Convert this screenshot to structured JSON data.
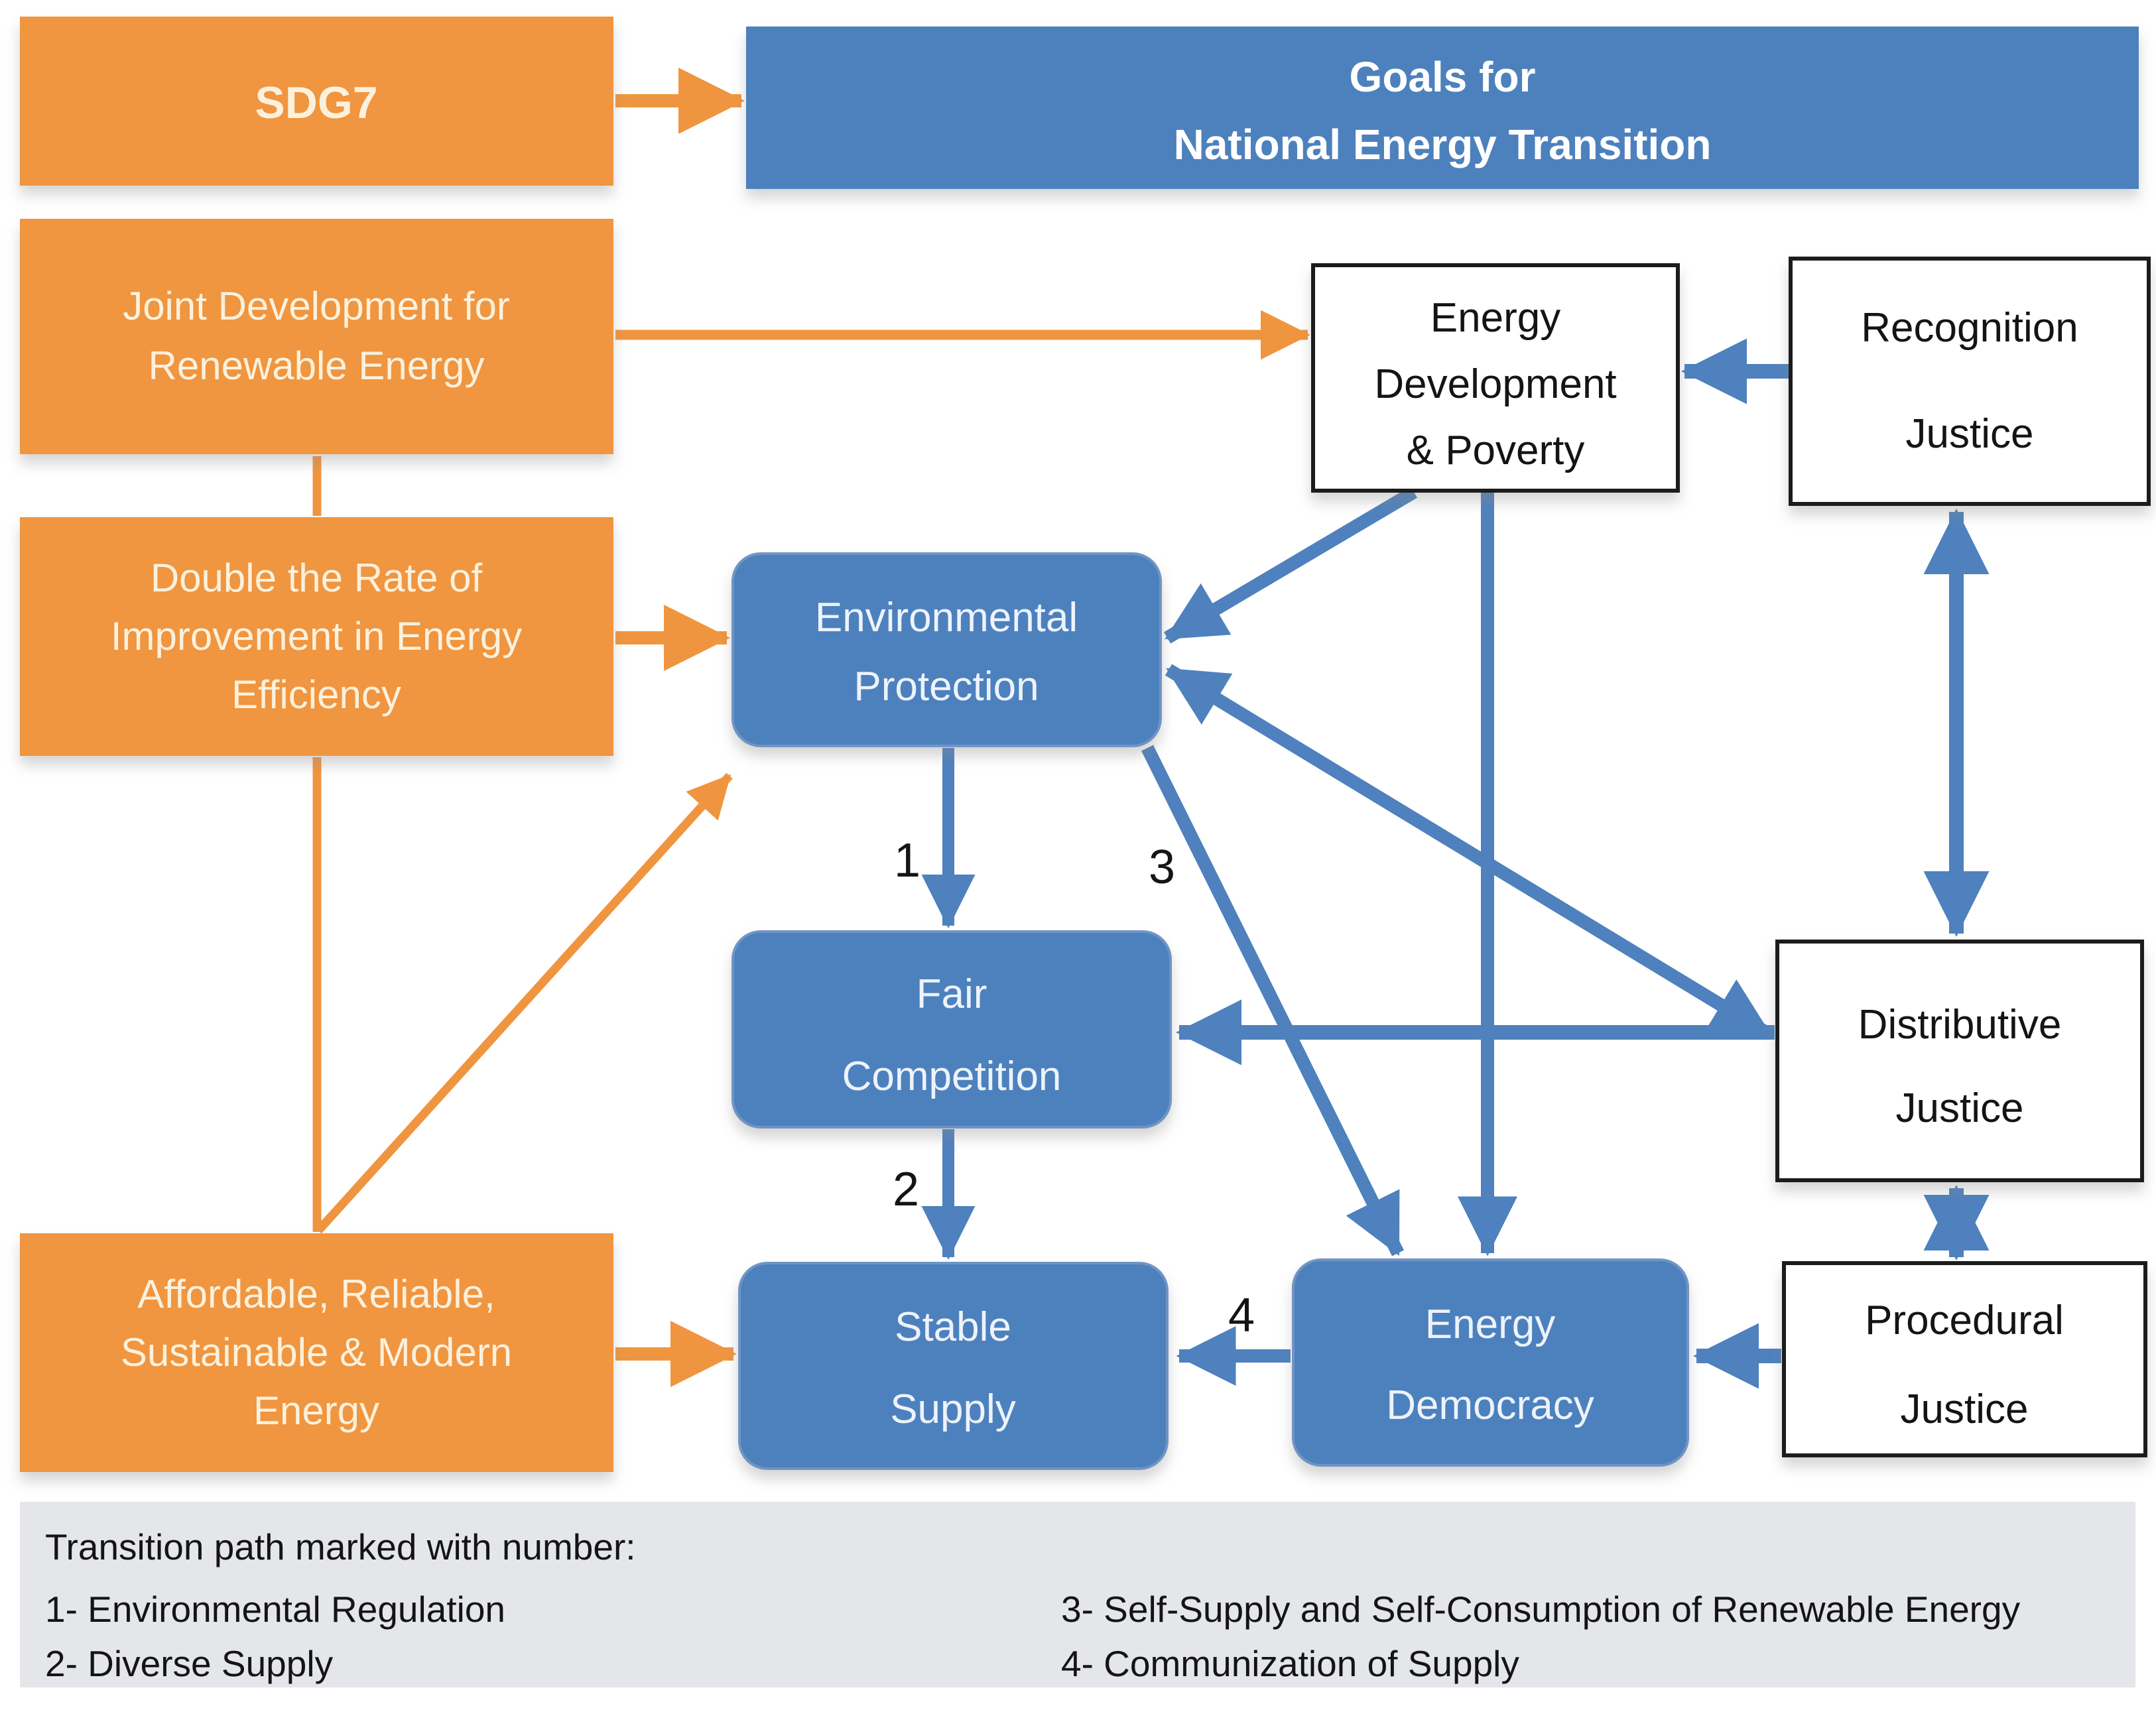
{
  "nodes": {
    "sdg7": {
      "label": "SDG7"
    },
    "goals": {
      "lines": [
        "Goals for",
        "National Energy Transition"
      ]
    },
    "joint_development": {
      "lines": [
        "Joint Development for",
        "Renewable Energy"
      ]
    },
    "double_rate": {
      "lines": [
        "Double the Rate of",
        "Improvement in Energy",
        "Efficiency"
      ]
    },
    "affordable_energy": {
      "lines": [
        "Affordable, Reliable,",
        "Sustainable & Modern",
        "Energy"
      ]
    },
    "environmental_protection": {
      "lines": [
        "Environmental",
        "Protection"
      ]
    },
    "fair_competition": {
      "lines": [
        "Fair",
        "Competition"
      ]
    },
    "stable_supply": {
      "lines": [
        "Stable",
        "Supply"
      ]
    },
    "energy_democracy": {
      "lines": [
        "Energy",
        "Democracy"
      ]
    },
    "energy_development_poverty": {
      "lines": [
        "Energy",
        "Development",
        "& Poverty"
      ]
    },
    "recognition_justice": {
      "lines": [
        "Recognition",
        "Justice"
      ]
    },
    "distributive_justice": {
      "lines": [
        "Distributive",
        "Justice"
      ]
    },
    "procedural_justice": {
      "lines": [
        "Procedural",
        "Justice"
      ]
    }
  },
  "path_numbers": {
    "n1": "1",
    "n2": "2",
    "n3": "3",
    "n4": "4"
  },
  "legend": {
    "title": "Transition path marked with number:",
    "items_left": [
      "1- Environmental Regulation",
      "2- Diverse Supply"
    ],
    "items_right": [
      "3- Self-Supply and Self-Consumption of Renewable Energy",
      "4- Communization of Supply"
    ]
  },
  "colors": {
    "orange": "#F0953F",
    "blue": "#4E81BD",
    "orange_text": "#FBF1DC",
    "blue_text": "#EDF3FB",
    "white": "#FFFFFF",
    "box_border": "#1A1A1A",
    "legend_bg": "#E4E6E9",
    "text_dark": "#141414"
  }
}
